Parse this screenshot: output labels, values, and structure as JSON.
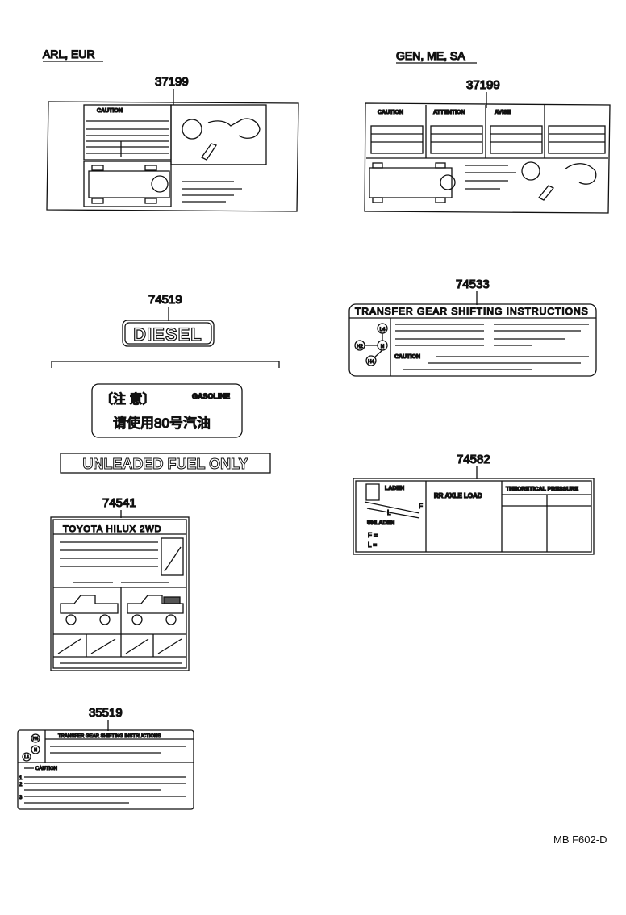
{
  "regions": {
    "left": "ARL, EUR",
    "right": "GEN, ME, SA"
  },
  "parts": {
    "p37199_left": "37199",
    "p37199_right": "37199",
    "p74519": "74519",
    "p74533": "74533",
    "p74541": "74541",
    "p74582": "74582",
    "p35519": "35519"
  },
  "labels": {
    "caution": "CAUTION",
    "attention": "ATTENTION",
    "avis": "AVISE",
    "diesel": "DIESEL",
    "gasoline_cn_title": "〔注  意〕",
    "gasoline": "GASOLINE",
    "gasoline_cn_text": "请使用80号汽油",
    "unleaded": "UNLEADED FUEL ONLY",
    "transfer_title": "TRANSFER GEAR SHIFTING INSTRUCTIONS",
    "transfer_caution": "CAUTION",
    "h2": "H2",
    "h4": "H4",
    "n": "N",
    "l4": "L4",
    "hilux_title": "TOYOTA  HILUX  2WD",
    "laden": "LADEN",
    "unladen": "UNLADEN",
    "rr_axle_load": "RR AXLE LOAD",
    "theoretical_pressure": "THEORETICAL PRESSURE",
    "f_eq": "F =",
    "l_eq": "L =",
    "f": "F",
    "l": "L",
    "small_transfer_title": "TRANSFER GEAR SHIFTING INSTRUCTIONS",
    "small_caution": "CAUTION",
    "num1": "1",
    "num2": "2",
    "num3": "3"
  },
  "drawing_code": "MB F602-D"
}
